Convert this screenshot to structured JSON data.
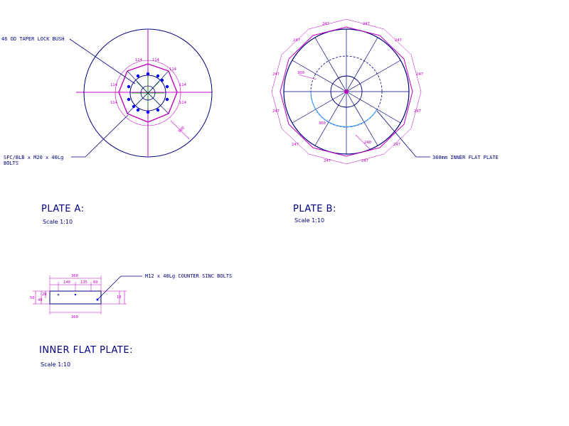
{
  "plate_a": {
    "title": "PLATE A:",
    "scale": "Scale 1:10",
    "callout_bush": "46 OD TAPER LOCK BUSH",
    "callout_bolts_line1": "SFC/BLB x M20 x 40Lg",
    "callout_bolts_line2": "BOLTS",
    "dims": [
      "114",
      "114",
      "114",
      "114",
      "114",
      "114",
      "114",
      "500"
    ]
  },
  "plate_b": {
    "title": "PLATE B:",
    "scale": "Scale 1:10",
    "callout_plate": "360mm INNER FLAT PLATE",
    "dims": [
      "247",
      "247",
      "247",
      "247",
      "247",
      "247",
      "247",
      "247",
      "247",
      "247",
      "247",
      "247",
      "300",
      "360",
      "240"
    ]
  },
  "inner_flat_plate": {
    "title": "INNER FLAT PLATE:",
    "scale": "Scale 1:10",
    "callout_bolts": "M12 x 40Lg COUNTER SINC BOLTS",
    "dims": [
      "360",
      "140",
      "135",
      "60",
      "50",
      "40",
      "20",
      "10",
      "360"
    ]
  },
  "colors": {
    "outline": "#000080",
    "dimension": "#c000c0",
    "centerline": "#c000c0",
    "bolt": "#0000ff",
    "bush_segment": "#00a000",
    "hidden": "#40a0ff"
  }
}
